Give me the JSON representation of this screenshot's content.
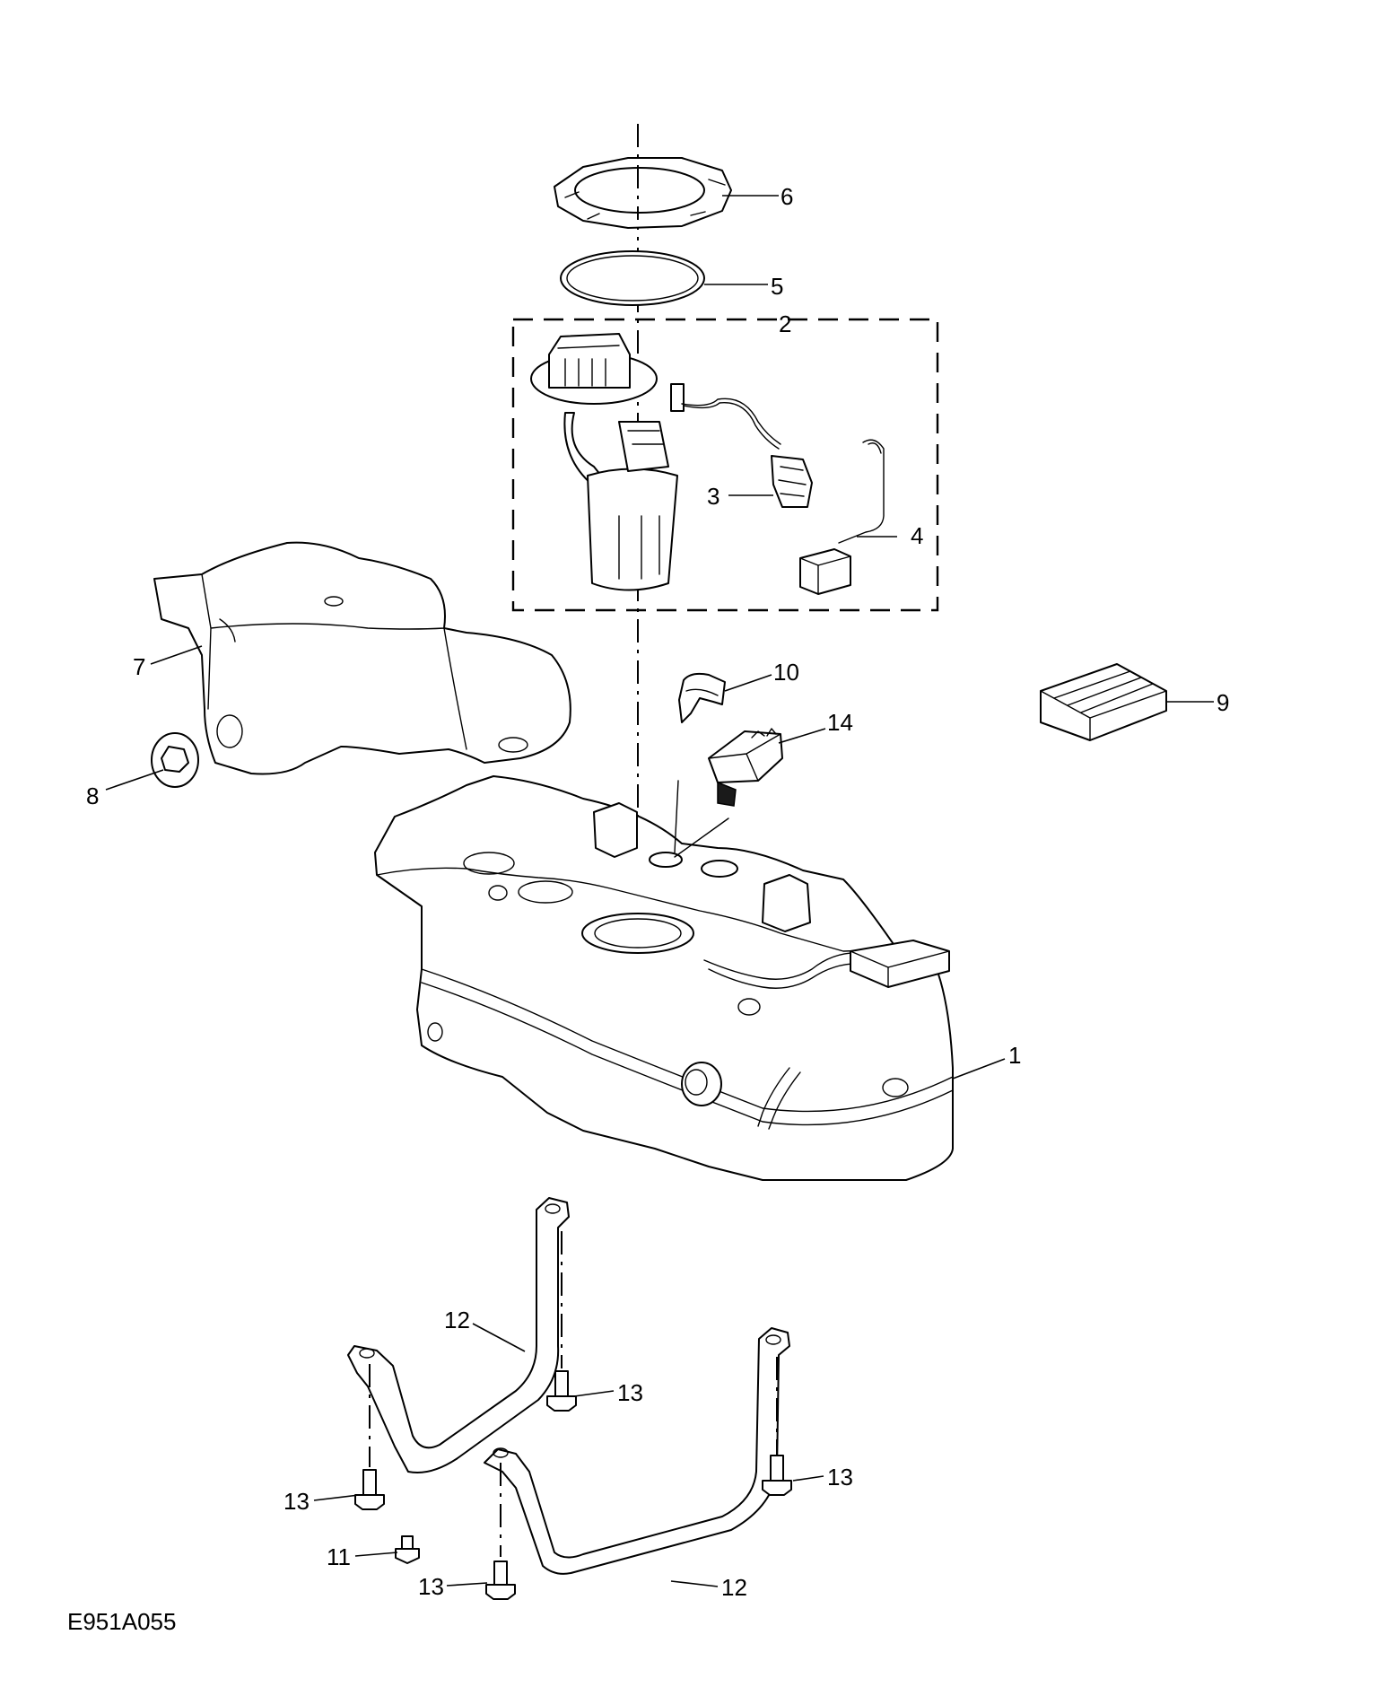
{
  "diagram_code": "E951A055",
  "callouts": {
    "c1": "1",
    "c2": "2",
    "c3": "3",
    "c4": "4",
    "c5": "5",
    "c6": "6",
    "c7": "7",
    "c8": "8",
    "c9": "9",
    "c10": "10",
    "c11": "11",
    "c12a": "12",
    "c12b": "12",
    "c13a": "13",
    "c13b": "13",
    "c13c": "13",
    "c13d": "13",
    "c14": "14"
  }
}
